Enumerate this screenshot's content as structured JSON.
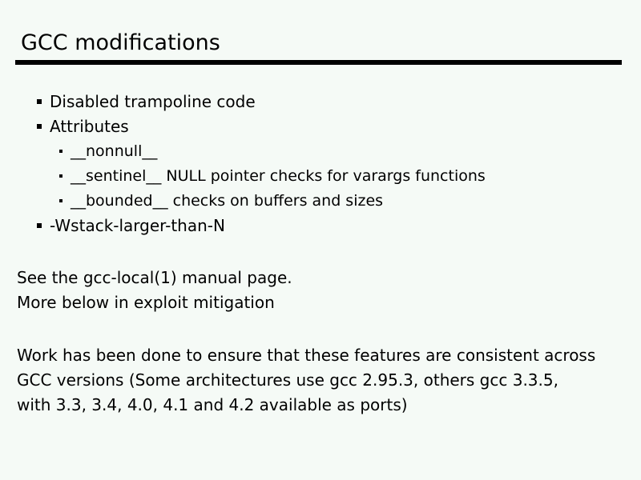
{
  "slide": {
    "title": "GCC modifications",
    "bullets": [
      {
        "level": 1,
        "text": "Disabled trampoline code"
      },
      {
        "level": 1,
        "text": "Attributes"
      },
      {
        "level": 2,
        "text": "__nonnull__"
      },
      {
        "level": 2,
        "text": "__sentinel__ NULL pointer checks for varargs functions"
      },
      {
        "level": 2,
        "text": "__bounded__ checks on buffers and sizes"
      },
      {
        "level": 1,
        "text": "-Wstack-larger-than-N"
      }
    ],
    "notes": [
      "See the gcc-local(1) manual page.",
      "More below in exploit mitigation"
    ],
    "closing_paragraph": "Work has been done to ensure that these features are consistent across GCC versions (Some architectures use gcc 2.95.3, others gcc 3.3.5, with 3.3, 3.4, 4.0, 4.1 and 4.2 available as ports)",
    "colors": {
      "background": "#f5faf6",
      "text": "#000000",
      "rule": "#000000"
    }
  }
}
